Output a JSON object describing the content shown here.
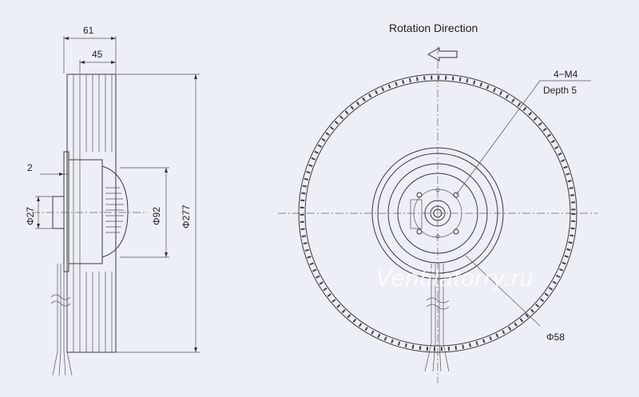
{
  "side_view": {
    "dim_width_total": "61",
    "dim_width_blade": "45",
    "dim_flange": "2",
    "dim_shaft_dia": "Φ27",
    "dim_hub_dia": "Φ92",
    "dim_outer_dia": "Φ277"
  },
  "front_view": {
    "title": "Rotation  Direction",
    "hole_spec_line1": "4−M4",
    "hole_spec_line2": "Depth 5",
    "circle_dia": "Φ58"
  },
  "watermark": "Ventilatorry.ru",
  "colors": {
    "background": "#eceff6",
    "line": "#3a3a3a"
  }
}
